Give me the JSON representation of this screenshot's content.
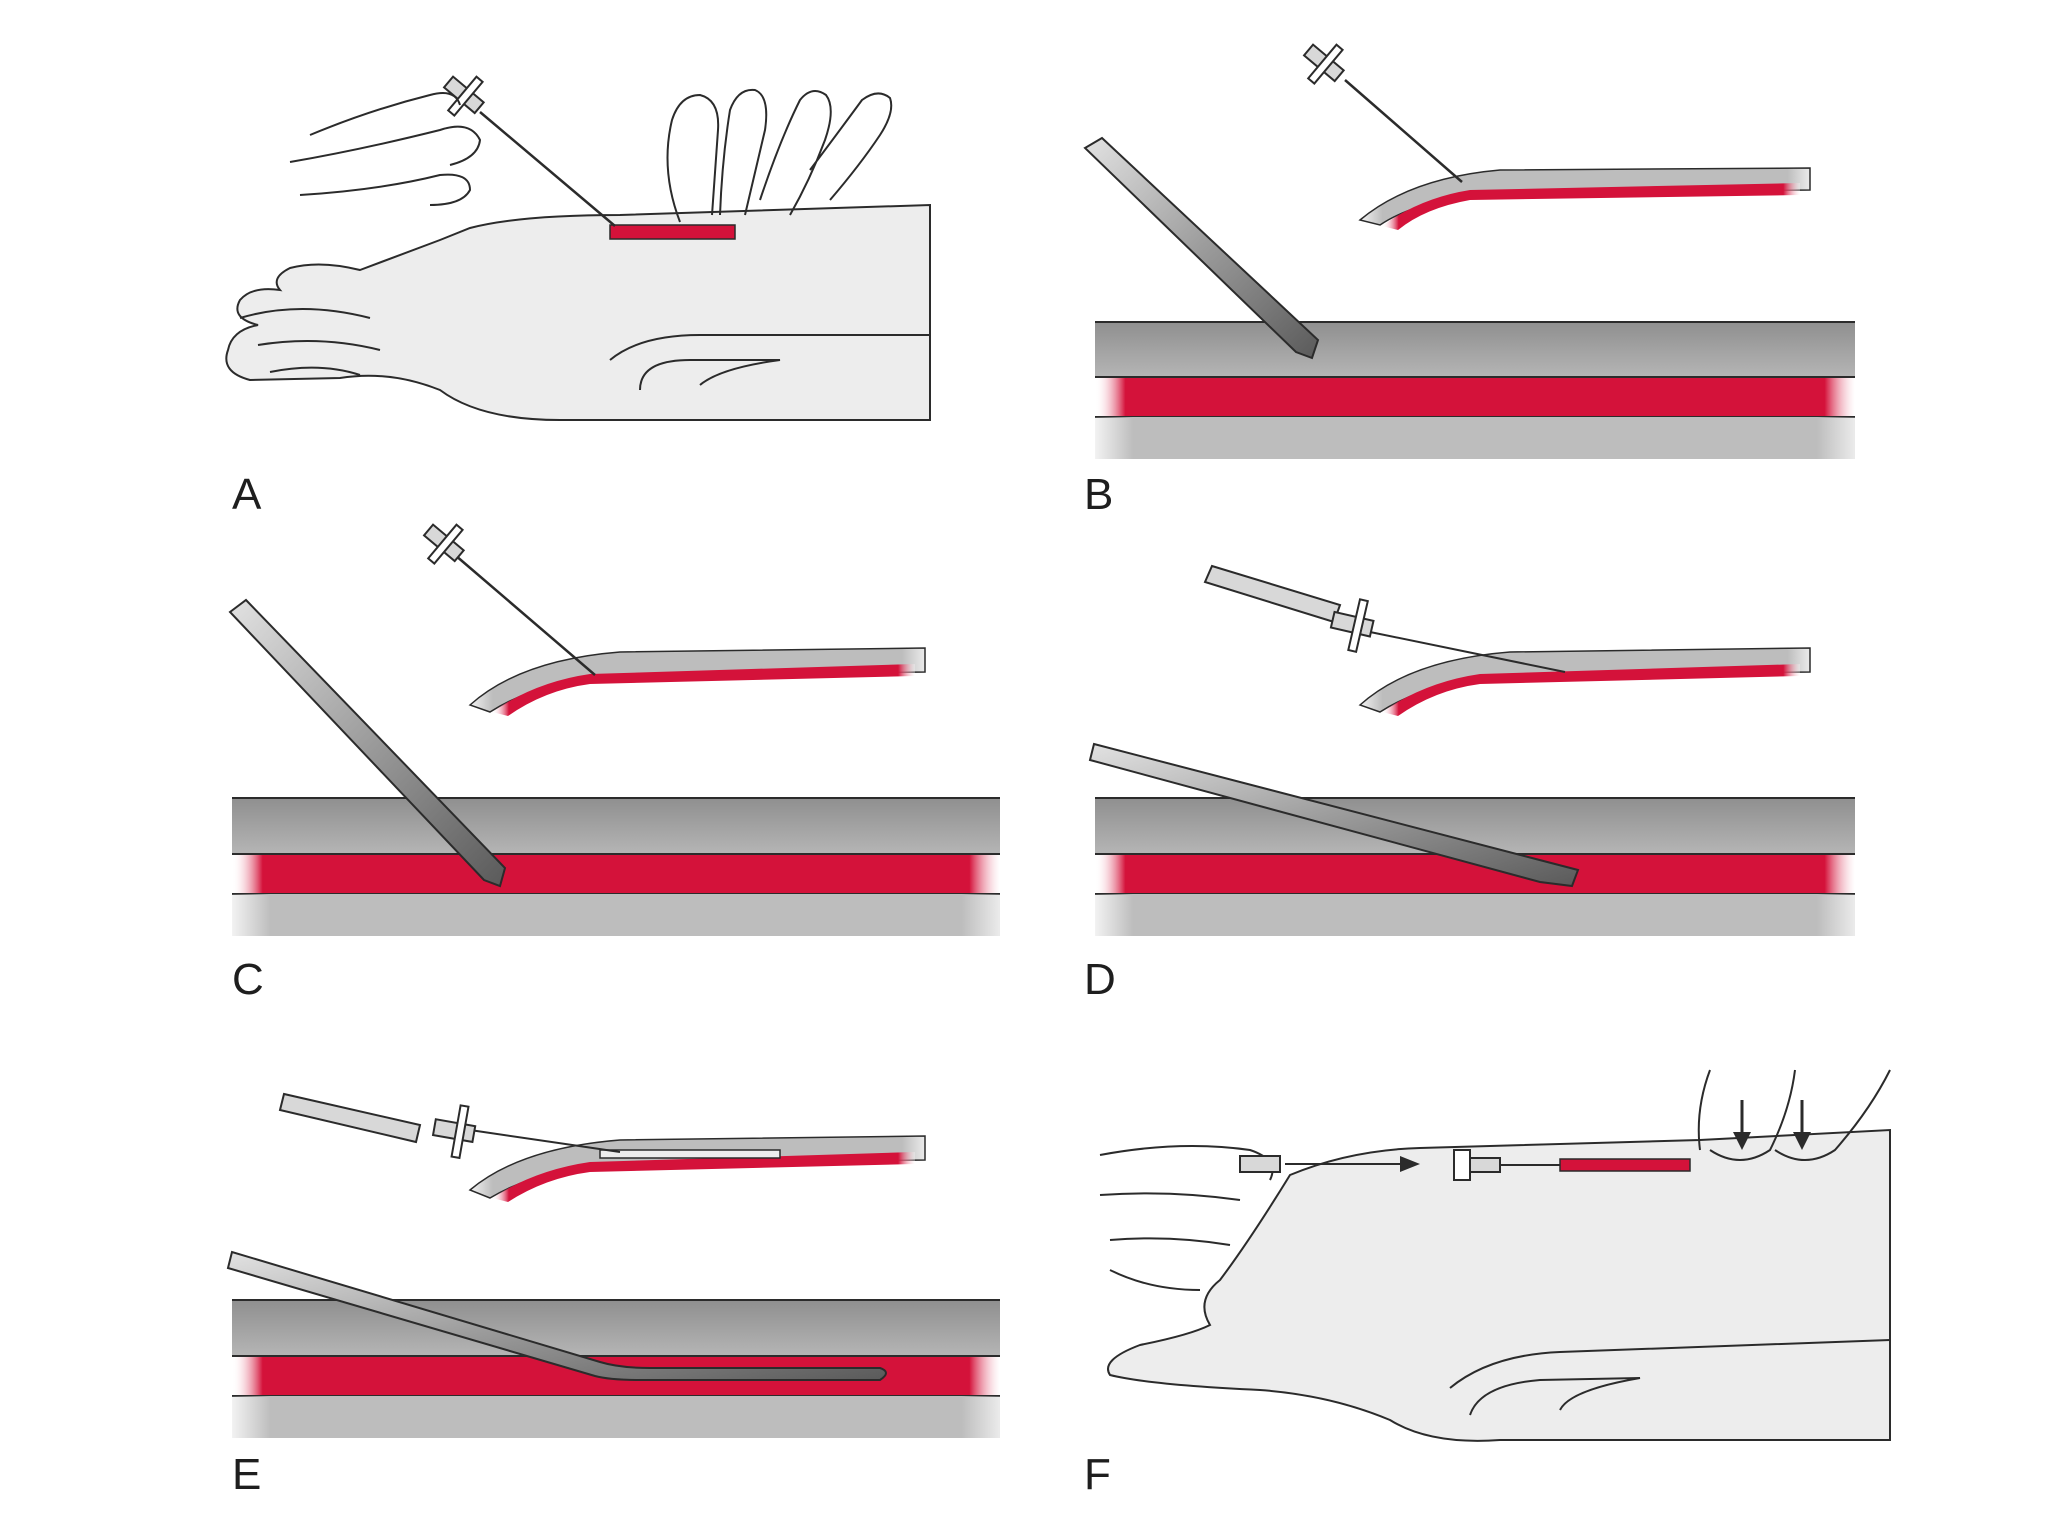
{
  "panels": [
    {
      "id": "A",
      "label": "A"
    },
    {
      "id": "B",
      "label": "B"
    },
    {
      "id": "C",
      "label": "C"
    },
    {
      "id": "D",
      "label": "D"
    },
    {
      "id": "E",
      "label": "E"
    },
    {
      "id": "F",
      "label": "F"
    }
  ],
  "colors": {
    "artery": "#d4123a",
    "tissue": "#9a9a9a",
    "tissue_light": "#c7c7c7",
    "skin": "#ececec",
    "outline": "#2b2b2b"
  },
  "icons": [
    "hand-icon",
    "wrist-icon",
    "needle-icon",
    "catheter-hub-icon",
    "guidewire-icon",
    "finger-icon",
    "down-arrow-icon"
  ]
}
